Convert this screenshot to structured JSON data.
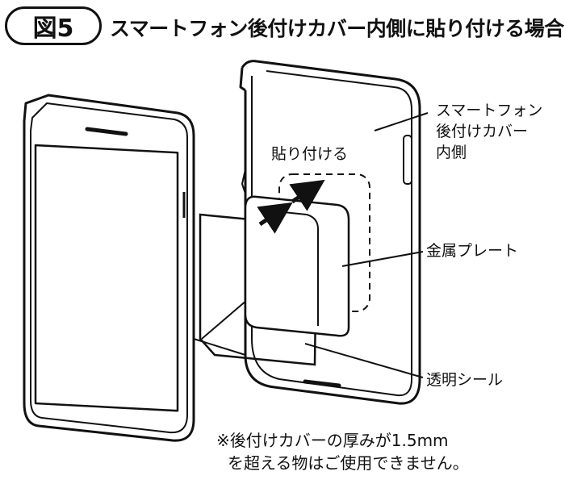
{
  "header": {
    "fig_label": "図5",
    "title": "スマートフォン後付けカバー内側に貼り付ける場合"
  },
  "labels": {
    "cover_line1": "スマートフォン",
    "cover_line2": "後付けカバー",
    "cover_line3": "内側",
    "attach": "貼り付ける",
    "plate": "金属プレート",
    "seal": "透明シール"
  },
  "note": {
    "line1": "※後付けカバーの厚みが1.5mm",
    "line2": "を超える物はご使用できません。"
  }
}
